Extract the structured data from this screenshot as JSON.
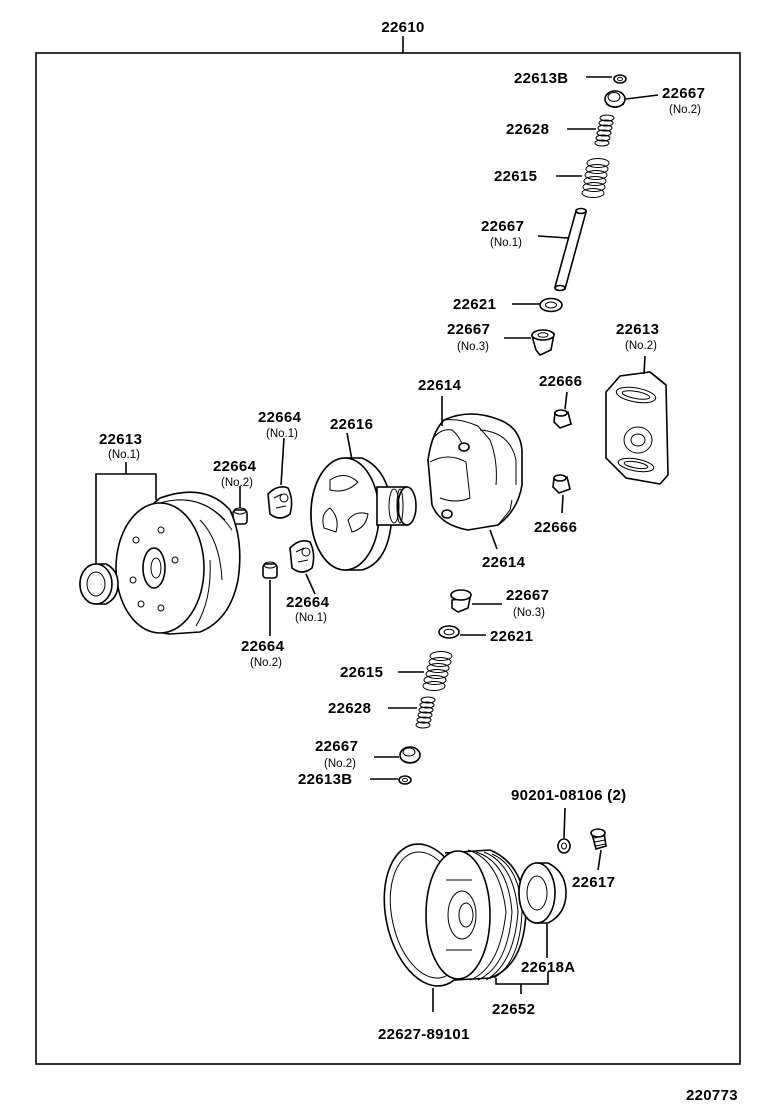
{
  "assembly_part_number": "22610",
  "figure_number": "220773",
  "labels": {
    "top_22613B": "22613B",
    "top_22667": "22667",
    "top_22667_sub": "(No.2)",
    "top_22628": "22628",
    "top_22615": "22615",
    "mid_22667": "22667",
    "mid_22667_sub": "(No.1)",
    "top_22621": "22621",
    "top_22667_no3": "22667",
    "top_22667_no3_sub": "(No.3)",
    "right_22613": "22613",
    "right_22613_sub": "(No.2)",
    "upper_22614": "22614",
    "upper_22666": "22666",
    "left_22613": "22613",
    "left_22613_sub": "(No.1)",
    "upper_22664_no1": "22664",
    "upper_22664_no1_sub": "(No.1)",
    "upper_22664_no2": "22664",
    "upper_22664_no2_sub": "(No.2)",
    "rotor_22616": "22616",
    "lower_22614": "22614",
    "lower_22666": "22666",
    "lower_22664_no1": "22664",
    "lower_22664_no1_sub": "(No.1)",
    "lower_22664_no2": "22664",
    "lower_22664_no2_sub": "(No.2)",
    "bot_22667_no3": "22667",
    "bot_22667_no3_sub": "(No.3)",
    "bot_22621": "22621",
    "bot_22615": "22615",
    "bot_22628": "22628",
    "bot_22667_no2": "22667",
    "bot_22667_no2_sub": "(No.2)",
    "bot_22613B": "22613B",
    "bolt_90201": "90201-08106 (2)",
    "bolt_22617": "22617",
    "seal_22618A": "22618A",
    "pulley_22652": "22652",
    "oring_22627": "22627-89101"
  }
}
